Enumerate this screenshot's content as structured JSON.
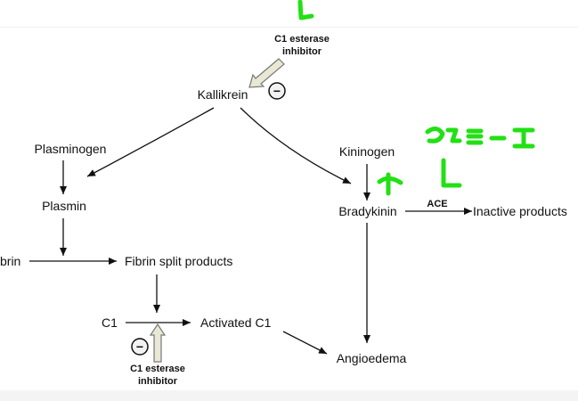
{
  "diagram": {
    "nodes": {
      "c1_inhibitor_top_line1": "C1 esterase",
      "c1_inhibitor_top_line2": "inhibitor",
      "kallikrein": "Kallikrein",
      "plasminogen": "Plasminogen",
      "plasmin": "Plasmin",
      "fibrin": "brin",
      "fibrin_split": "Fibrin split products",
      "c1": "C1",
      "activated_c1": "Activated C1",
      "c1_inhibitor_bottom_line1": "C1 esterase",
      "c1_inhibitor_bottom_line2": "inhibitor",
      "kininogen": "Kininogen",
      "bradykinin": "Bradykinin",
      "ace": "ACE",
      "inactive_products": "Inactive products",
      "angioedema": "Angioedema"
    },
    "inhibit_symbol": "−",
    "colors": {
      "arrow": "#111111",
      "inhibitor_arrow_fill": "#e8e8d4",
      "inhibitor_arrow_stroke": "#777777",
      "handwriting": "#22e014"
    }
  }
}
